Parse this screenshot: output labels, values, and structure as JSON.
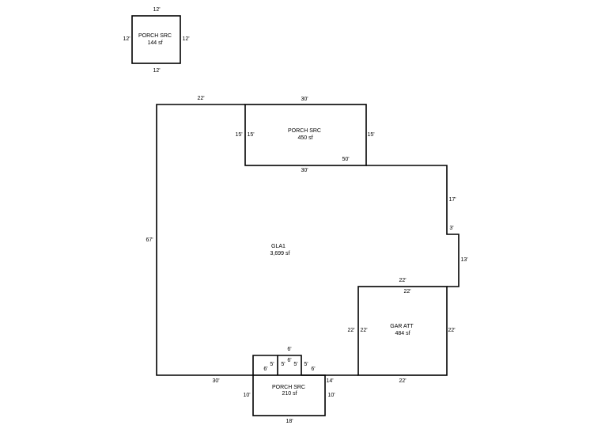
{
  "porch_small": {
    "name": "PORCH SRC",
    "area": "144 sf",
    "dim_top": "12'",
    "dim_bottom": "12'",
    "dim_left": "12'",
    "dim_right": "12'"
  },
  "porch_top": {
    "name": "PORCH SRC",
    "area": "450 sf",
    "dim_top": "30'",
    "dim_bottom": "30'",
    "dim_left_outer": "15'",
    "dim_left_inner": "15'",
    "dim_right": "15'",
    "dim_inner_50": "50'"
  },
  "gla": {
    "name": "GLA1",
    "area": "3,699 sf",
    "dim_top_left": "22'",
    "dim_left": "67'",
    "dim_right_17": "17'",
    "dim_step_3": "3'",
    "dim_right_13": "13'",
    "dim_22_above_garage": "22'",
    "dim_bottom_30": "30'",
    "dim_14": "14'"
  },
  "garage": {
    "name": "GAR ATT",
    "area": "484 sf",
    "dim_top": "22'",
    "dim_left_outer": "22'",
    "dim_left_inner": "22'",
    "dim_right": "22'",
    "dim_bottom": "22'"
  },
  "bump": {
    "dim_top": "6'",
    "dim_inner_top": "6'",
    "dim_left_outer": "6'",
    "dim_left_inner": "5'",
    "dim_mid_left": "5'",
    "dim_mid_right": "5'",
    "dim_right_inner": "5'",
    "dim_right_outer": "6'"
  },
  "porch_bottom": {
    "name": "PORCH SRC",
    "area": "210 sf",
    "dim_left": "10'",
    "dim_right": "10'",
    "dim_bottom": "18'"
  }
}
